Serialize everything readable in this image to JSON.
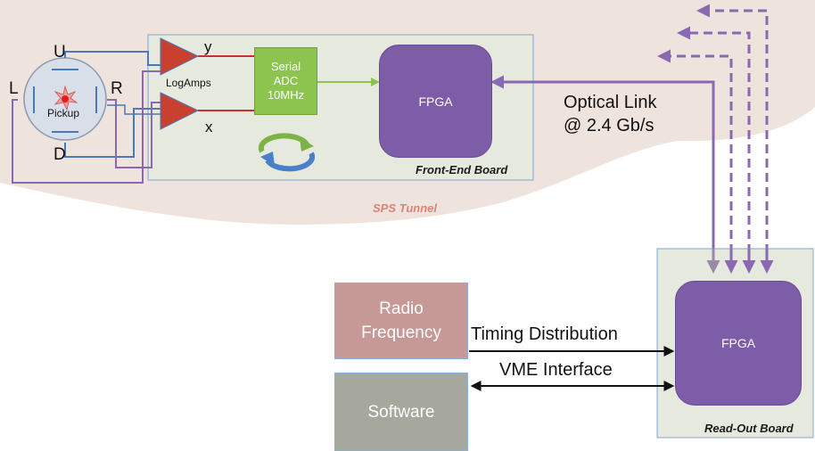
{
  "pickup": {
    "label": "Pickup",
    "u": "U",
    "d": "D",
    "l": "L",
    "r": "R"
  },
  "amps": {
    "label": "LogAmps",
    "y": "y",
    "x": "x"
  },
  "adc": {
    "label": "Serial ADC 10MHz"
  },
  "front_end": {
    "fpga_label": "FPGA",
    "board_label": "Front-End Board"
  },
  "tunnel_label": "SPS Tunnel",
  "optical_link": {
    "line1": "Optical Link",
    "line2": "@ 2.4 Gb/s"
  },
  "read_out": {
    "fpga_label": "FPGA",
    "board_label": "Read-Out Board"
  },
  "radio": {
    "label": "Radio Frequency"
  },
  "software": {
    "label": "Software"
  },
  "timing_label": "Timing Distribution",
  "vme_label": "VME Interface",
  "colors": {
    "tunnel": "#efe3dd",
    "board_fill": "#e6e9de",
    "board_border": "#7fa6cf",
    "fpga": "#7e5da8",
    "adc": "#8dc450",
    "amp": "#c9402f",
    "radio": "#c69896",
    "software": "#a7a89d",
    "link": "#8a68b3",
    "signal_red": "#c8322b",
    "signal_blue": "#4a78b8"
  }
}
